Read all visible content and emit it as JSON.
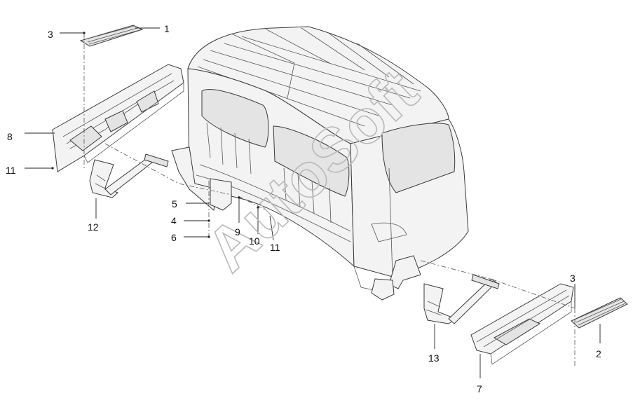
{
  "watermark": "AutoSoft",
  "callouts": [
    "1",
    "2",
    "3",
    "3",
    "4",
    "5",
    "6",
    "7",
    "8",
    "9",
    "10",
    "11",
    "11",
    "12",
    "13"
  ],
  "colors": {
    "line": "#3a3a3a",
    "fill": "#f3f3f3",
    "watermark": "#b9b9b9"
  }
}
